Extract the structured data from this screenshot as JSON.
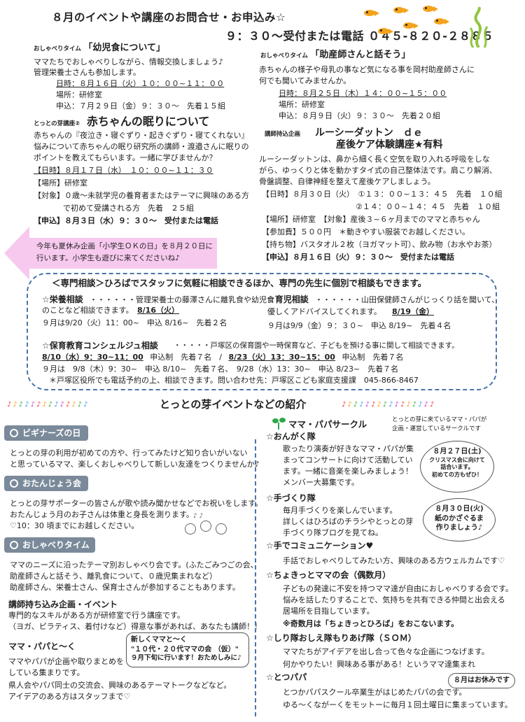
{
  "header": {
    "line1": "８月のイベントや講座のお問合せ・お申込み☆",
    "line2": "９：３０～受付または電話 ０４５-８２０-２８８５",
    "fish_color": "#f4a31c",
    "seaweed_color": "#8fc63f"
  },
  "ev1": {
    "tag": "おしゃべりタイム",
    "title": "「幼児食について」",
    "body1": "ママたちでおしゃべりしながら、情報交換しましょう♪",
    "body2": "管理栄養士さんも参加します。",
    "date": "日時：８月１６日（火）１０：００~１１：００",
    "place": "場所：研修室",
    "apply": "申込：７月２９日（金）９：３０～　先着１５組"
  },
  "ev2": {
    "tag": "とっとの芽講座②",
    "title": "赤ちゃんの眠りについて",
    "body1": "赤ちゃんの『夜泣き・寝ぐずり・起きぐずり・寝てくれない』",
    "body2": "悩みについて赤ちゃんの眠り研究所の講師・渡邉さんに眠りの",
    "body3": "ポイントを教えてもらいます。一緒に学びませんか？",
    "date": "【日時】８月１７日（水）　１０：００~１１：３０",
    "place": "【場所】研修室",
    "target1": "【対象】０歳～未就学児の養育者またはテーマに興味のある方",
    "target2": "で初めて受講される方　先着　２５組",
    "apply": "【申込】８月３日（水）９：３０～　受付または電話"
  },
  "ev3": {
    "tag": "おしゃべりタイム",
    "title": "「助産師さんと話そう」",
    "body1": "赤ちゃんの様子や母乳の事など気になる事を岡村助産師さんに",
    "body2": "何でも聞いてみませんか。",
    "date": "日時：８月２５日（木）１４：００~１５：００",
    "place": "場所：研修室",
    "apply": "申込：８月９日（火）９：３０～　先着２０組"
  },
  "ev4": {
    "tag": "講師持込企画",
    "title1": "ルーシーダットン　ｄｅ",
    "title2": "産後ケア体験講座★有料",
    "body1": "ルーシーダットンは、鼻から細く長く空気を取り入れる呼吸をしな",
    "body2": "がら、ゆっくりと体を動かすタイ式の自己整体法です。肩こり解消、",
    "body3": "骨盤調整、自律神経を整えて産後ケアしましょう。",
    "date1": "【日時】８月３０日（火）　①１３：００~１３：４５　先着　１０組",
    "date2": "②１４：００~１４：４５　先着　１０組",
    "place": "【場所】研修室　【対象】産後３~６ヶ月までのママと赤ちゃん",
    "fee": "【参加費】５００円　＊動きやすい服装でお越しください。",
    "items": "【持ち物】バスタオル２枚（ヨガマット可）、飲み物（お水やお茶）",
    "apply": "【申込】８月１６日（火）９：３０～　受付または電話"
  },
  "summer": {
    "line1": "今年も夏休み企画「小学生ＯＫの日」を８月２０日に",
    "line2": "行います。小学生も遊びに来てくださいね♪",
    "color": "#f7c9ee"
  },
  "consult": {
    "heading": "＜専門相談＞ひろばでスタッフに気軽に相談できるほか、専門の先生に個別で相談もできます。",
    "nutrition_title": "☆栄養相談",
    "nutrition_body1": "・・・・・・管理栄養士の藤澤さんに離乳食や幼児食",
    "nutrition_body2": "のことなど相談できます。",
    "nutrition_date": "8/16（火）",
    "nutrition_next": "９月は9/20（火）11：00~　申込 8/16~　先着２名",
    "childcare_title": "☆育児相談",
    "childcare_body1": "・・・・・・山田保健師さんがじっくり話を聞いて、",
    "childcare_body2": "優しくアドバイスしてくれます。",
    "childcare_date": "8/19（金）",
    "childcare_next": "９月は9/9（金）９：３０~　申込 8/19~　先着４名",
    "concierge_title": "☆保育教育コンシェルジュ相談",
    "concierge_body": "・・・・・戸塚区の保育園や一時保育など、子どもを預ける事に関して相談できます。",
    "concierge_date1": "8/10（水）9：30~11：00",
    "concierge_mid": "申込制　先着７名　/",
    "concierge_date2": "8/23（火）13：30~15：00",
    "concierge_end": "申込制　先着７名",
    "concierge_next": "９月は　9/8（木）9：30~　申込 8/10~　先着７名、　9/28（水）13：30~　申込 8/23~　先着７名",
    "note": "＊戸塚区役所でも電話予約の上、相談できます。問い合わせ先：戸塚区こども家庭支援課　045-866-8467"
  },
  "intro": {
    "heading": "とっとの芽イベントなどの紹介"
  },
  "left": {
    "beginners_label": "ビギナーズの日",
    "beginners_body1": "とっとの芽の利用が初めての方や、行ってみたけど知り合いがいない",
    "beginners_body2": "と思っているママ、楽しくおしゃべりして新しい友達をつくりませんか♪",
    "birthday_label": "おたんじょう会",
    "birthday_body1": "とっとの芽サポーターの皆さんが歌や読み聞かせなどでお祝いをします。",
    "birthday_body2": "おたんじょう月のお子さんは体重と身長を測ります。",
    "birthday_body3": "♡10：30 頃までにお越しください。",
    "chat_label": "おしゃべりタイム",
    "chat_body1": "ママのニーズに沿ったテーマ別おしゃべり会です。(ふたごみつごの会、",
    "chat_body2": "助産師さんと話そう、離乳食について、０歳児集まれなど）",
    "chat_body3": "助産師さん、栄養士さん、保育士さんが参加することもあります。",
    "lecturer_title": "講師持ち込み企画・イベント",
    "lecturer_body1": "専門的なスキルがある方が研修室で行う講座です。",
    "lecturer_body2": "（ヨガ、ピラティス、着付けなど）得意な事があれば、あなたも講師！！",
    "mamapapa_title": "ママ・パパと～く",
    "mamapapa_body1": "ママやパパが企画や取りまとめを",
    "mamapapa_body2": "している集まりです。",
    "mamapapa_body3": "県人会やパパ同士の交流会、興味のあるテーマトークなどなど。",
    "mamapapa_body4": "アイデアのある方はスタッフまで♡",
    "new_bubble1": "新しくママと～く",
    "new_bubble2": "\"１０代・２０代ママの会 （仮）\"",
    "new_bubble3": "９月下旬に行います！おためしみに♪"
  },
  "right": {
    "circle_title": "ママ・パパサークル",
    "circle_note1": "とっとの芽に来ているママ・パパが",
    "circle_note2": "企画・運営しているサークルです",
    "onkyu_title": "☆おんがく隊",
    "onkyu_body1": "歌ったり演奏が好きなママ・パパが集",
    "onkyu_body2": "まってコンサートに向けて活動してい",
    "onkyu_body3": "ます。一緒に音楽を楽しみましょう！",
    "onkyu_body4": "メンバー大募集です。",
    "onkyu_bubble1": "８月２７日(土)",
    "onkyu_bubble2": "クリスマス会に向けて話合います。",
    "onkyu_bubble3": "初めての方もぜひ！",
    "tezukuri_title": "☆手づくり隊",
    "tezukuri_body1": "毎月手づくりを楽しんでいます。",
    "tezukuri_body2": "詳しくはひろばのチラシやとっとの芽",
    "tezukuri_body3": "手づくり隊ブログを見てね。",
    "tezukuri_bubble1": "８月３０日(火)",
    "tezukuri_bubble2": "紙のかざぐるま",
    "tezukuri_bubble3": "作りましょう♪",
    "comm_title": "☆手でコミュニケーション♥",
    "comm_body": "手話でおしゃべりしてみたい方、興味のある方ウェルカムです♡",
    "chotto_title": "☆ちょきっとママの会（偶数月）",
    "chotto_body1": "子どもの発達に不安を持つママ達が自由におしゃべりする会です。",
    "chotto_body2": "悩みを話したりすることで、気持ちを共有できる仲間と出会える",
    "chotto_body3": "居場所を目指しています。",
    "chotto_body4": "※奇数月は「ちょきっとひろば」をおこないます。",
    "shiri_title": "☆しり隊おしえ隊もりあげ隊（ＳＯＭ）",
    "shiri_body1": "ママたちがアイデアを出し合って色々な企画につなげます。",
    "shiri_body2": "何かやりたい！興味ある事がある！というママ達集まれ",
    "totsu_title": "☆とつパパ",
    "totsu_body1": "とつかパパスクール卒業生がはじめたパパの会です。",
    "totsu_body2": "ゆる～くながーくをモットーに毎月１回土曜日に集まっています。",
    "totsu_bubble": "８月はお休みです",
    "accent_color": "#4a74a8",
    "sprout_color": "#2ea84a"
  }
}
